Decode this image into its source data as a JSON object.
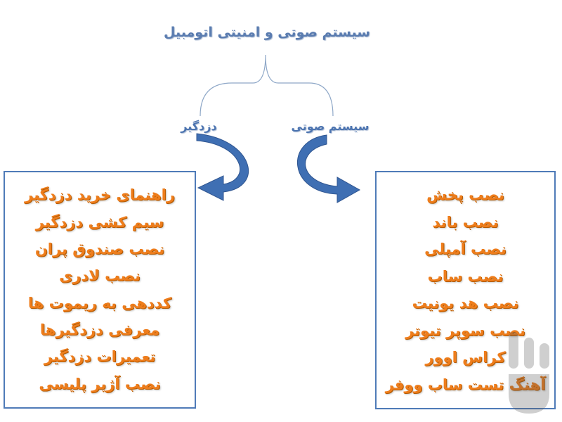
{
  "title": "سیستم صوتی و امنیتی اتومبیل",
  "branches": {
    "left": "دزدگیر",
    "right": "سیستم صوتی"
  },
  "left_box": {
    "items": [
      "راهنمای خرید دزدگیر",
      "سیم کشی دزدگیر",
      "نصب صندوق پران",
      "نصب لادری",
      "کددهی به ریموت ها",
      "معرفی دزدگیرها",
      "تعمیرات دزدگیر",
      "نصب آژیر پلیسی"
    ]
  },
  "right_box": {
    "items": [
      "نصب پخش",
      "نصب باند",
      "نصب آمپلی",
      "نصب ساب",
      "نصب هد یونیت",
      "نصب سوپر تیوتر",
      "کراس اوور",
      "آهنگ تست ساب ووفر"
    ]
  },
  "colors": {
    "item_text": "#ee7d1c",
    "title_text": "#5a7cb0",
    "arrow_fill": "#3f6fb3",
    "box_border": "#4f7bb8"
  },
  "icons": {
    "watermark": "cafe-bazaar-logo"
  }
}
